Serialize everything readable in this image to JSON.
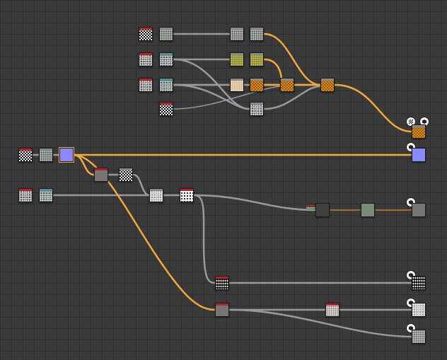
{
  "app": {
    "view": "node-graph"
  },
  "colors": {
    "canvas": "#3a3a3a",
    "grid": "#2f2f2f",
    "wire_default": "#9a9a9a",
    "wire_selected": "#f4a93c",
    "node_header": "#b3242a"
  },
  "icons": {
    "output_node": "cube-icon",
    "output_node_alt": "checker-icon"
  },
  "nodes": [
    {
      "name": "checker-node-a",
      "pattern": "checker"
    },
    {
      "name": "grey-texture-node-a",
      "pattern": "grey-texture"
    },
    {
      "name": "noise-node-b",
      "pattern": "noise"
    },
    {
      "name": "teal-noise-node-b",
      "pattern": "teal-noise"
    },
    {
      "name": "noise-node-c",
      "pattern": "noise"
    },
    {
      "name": "teal-noise-node-c",
      "pattern": "teal-noise"
    },
    {
      "name": "checker-node-d",
      "pattern": "checker"
    },
    {
      "name": "blend-node-1",
      "pattern": "grey-texture"
    },
    {
      "name": "blend-node-2",
      "pattern": "grey-texture"
    },
    {
      "name": "olive-node-1",
      "pattern": "olive"
    },
    {
      "name": "olive-node-2",
      "pattern": "olive"
    },
    {
      "name": "tan-node",
      "pattern": "tan"
    },
    {
      "name": "orange-node-1",
      "pattern": "orange"
    },
    {
      "name": "orange-node-2",
      "pattern": "orange"
    },
    {
      "name": "orange-node-3",
      "pattern": "orange"
    },
    {
      "name": "noise-merge-node",
      "pattern": "noise"
    },
    {
      "name": "basecolor-output-node",
      "pattern": "orange"
    },
    {
      "name": "normal-source-checker-node",
      "pattern": "checker"
    },
    {
      "name": "normal-texture-node",
      "pattern": "grey-texture"
    },
    {
      "name": "normal-node",
      "pattern": "blue"
    },
    {
      "name": "normal-output-node",
      "pattern": "blue"
    },
    {
      "name": "grey-flat-node",
      "pattern": "flat"
    },
    {
      "name": "checker-small-node",
      "pattern": "checker"
    },
    {
      "name": "height-noise-node",
      "pattern": "noise"
    },
    {
      "name": "height-teal-node",
      "pattern": "teal-noise"
    },
    {
      "name": "light-noise-node",
      "pattern": "light-noise"
    },
    {
      "name": "speckle-node",
      "pattern": "speckle"
    },
    {
      "name": "dark-blend-node",
      "pattern": "dark"
    },
    {
      "name": "green-flat-node",
      "pattern": "green-flat"
    },
    {
      "name": "roughness-output-node",
      "pattern": "flat"
    },
    {
      "name": "black-noise-node",
      "pattern": "black-noise"
    },
    {
      "name": "metallic-output-node",
      "pattern": "black-noise"
    },
    {
      "name": "grey-lower-node",
      "pattern": "flat"
    },
    {
      "name": "pink-noise-node",
      "pattern": "pink-noise"
    },
    {
      "name": "ao-output-node",
      "pattern": "light-noise"
    },
    {
      "name": "height-output-node",
      "pattern": "dark-noise"
    }
  ]
}
